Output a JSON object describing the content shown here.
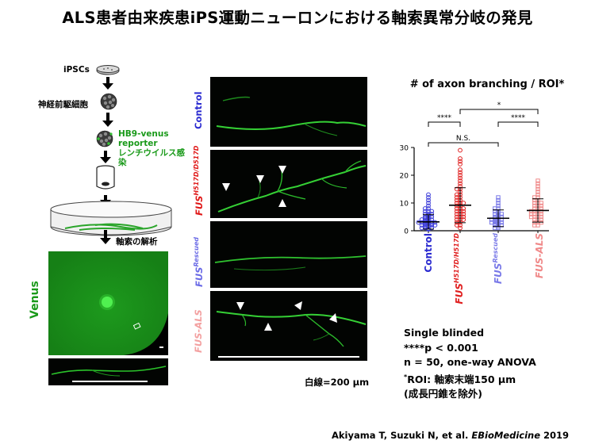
{
  "title": "ALS患者由来疾患iPS運動ニューロンにおける軸索異常分岐の発見",
  "flow": {
    "ipscs_label": "iPSCs",
    "progenitor_label": "神経前駆細胞",
    "reporter_line1": "HB9-venus",
    "reporter_line2": "reporter",
    "reporter_line3": "レンチウイルス感染",
    "analysis_label": "軸索の解析"
  },
  "venus_label": "Venus",
  "panels": [
    {
      "label": "Control",
      "color": "#2a2ad0",
      "sup": ""
    },
    {
      "label": "FUS",
      "color": "#e01818",
      "sup": "H517D/D517D"
    },
    {
      "label": "FUS",
      "color": "#6a6ae6",
      "sup": "Rescued"
    },
    {
      "label": "FUS-ALS",
      "color": "#f3a0a0",
      "sup": ""
    }
  ],
  "scale_label": "白線=200 µm",
  "chart_data": {
    "type": "scatter",
    "title": "# of axon branching / ROI*",
    "ylim": [
      0,
      30
    ],
    "yticks": [
      0,
      10,
      20,
      30
    ],
    "categories": [
      {
        "name": "FUS",
        "sup": "H517D/H517D"
      },
      {
        "name": "FUS",
        "sup": "Rescued"
      }
    ],
    "category_labels": [
      "Control",
      "FUS-ALS"
    ],
    "series_colors": [
      "#3a3ad8",
      "#e02020",
      "#7a7ae8",
      "#f08a8a"
    ],
    "means": [
      3.2,
      9.2,
      4.5,
      7.3
    ],
    "sd": [
      2.6,
      6.3,
      3.0,
      4.2
    ],
    "points": [
      [
        0.5,
        0.8,
        1,
        1,
        1,
        1.5,
        1.5,
        2,
        2,
        2,
        2,
        2,
        2.5,
        2.5,
        2.5,
        3,
        3,
        3,
        3,
        3,
        3,
        3.5,
        3.5,
        4,
        4,
        4,
        4,
        4.5,
        4.5,
        5,
        5,
        5,
        5.5,
        6,
        6,
        6,
        7,
        7,
        7,
        8,
        8,
        9,
        10,
        11,
        12,
        13
      ],
      [
        1,
        2,
        2,
        3,
        3,
        4,
        4,
        4,
        5,
        5,
        5,
        6,
        6,
        6,
        7,
        7,
        7,
        8,
        8,
        8,
        9,
        9,
        10,
        10,
        10,
        11,
        11,
        12,
        12,
        13,
        13,
        14,
        15,
        15,
        16,
        17,
        18,
        19,
        20,
        21,
        22,
        24,
        25,
        26,
        29
      ],
      [
        1,
        1,
        1.5,
        2,
        2,
        2,
        2.5,
        2.5,
        3,
        3,
        3,
        3,
        3.5,
        3.5,
        4,
        4,
        4,
        4,
        4.5,
        4.5,
        5,
        5,
        5,
        5.5,
        6,
        6,
        6,
        6.5,
        7,
        7,
        8,
        8,
        9,
        10,
        11,
        12
      ],
      [
        2,
        2,
        3,
        3,
        3,
        4,
        4,
        4,
        5,
        5,
        5,
        5,
        6,
        6,
        6,
        6,
        7,
        7,
        7,
        7,
        8,
        8,
        8,
        9,
        9,
        9,
        10,
        10,
        10,
        11,
        11,
        12,
        12,
        13,
        14,
        15,
        16,
        17,
        18
      ]
    ],
    "significance": [
      {
        "from": 0,
        "to": 1,
        "label": "****"
      },
      {
        "from": 1,
        "to": 3,
        "label": "*"
      },
      {
        "from": 0,
        "to": 2,
        "label": "N.S."
      },
      {
        "from": 2,
        "to": 3,
        "label": "****"
      }
    ]
  },
  "info": {
    "line1": "Single blinded",
    "line2": "****p < 0.001",
    "line3": "n = 50, one-way ANOVA",
    "line4_mark": "*",
    "line4": "ROI: 軸索末端150 µm",
    "line5": "(成長円錐を除外)"
  },
  "citation": {
    "authors": "Akiyama T, Suzuki N, et al. ",
    "journal": "EBioMedicine",
    "year": " 2019"
  }
}
